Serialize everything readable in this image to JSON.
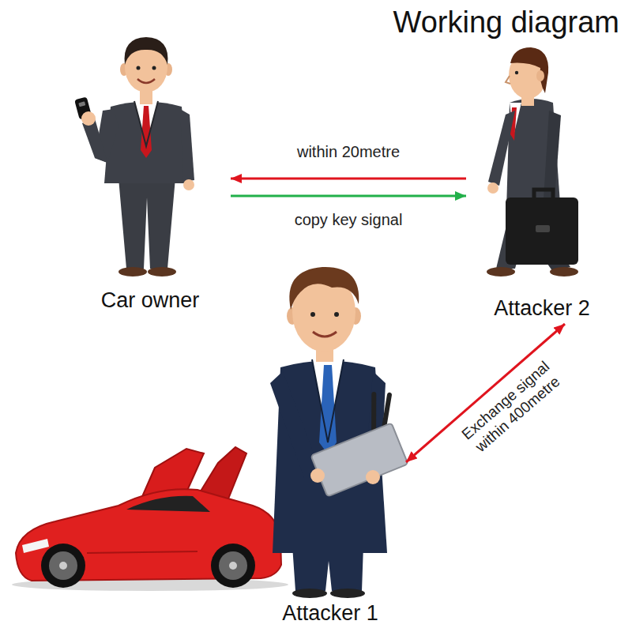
{
  "diagram": {
    "title": "Working diagram",
    "nodes": [
      {
        "text": [
          "Car owner"
        ]
      },
      {
        "text": [
          "Attacker 2"
        ]
      },
      {
        "text": [
          "Attacker 1"
        ]
      }
    ],
    "edges": [
      {
        "from": 1,
        "to": 0,
        "arrow": "to",
        "label": "within 20metre"
      },
      {
        "from": 0,
        "to": 1,
        "arrow": "to",
        "label": "copy key signal"
      },
      {
        "from": 2,
        "to": 1,
        "arrow": "both",
        "label": "Exchange signal within 400metre"
      }
    ]
  }
}
